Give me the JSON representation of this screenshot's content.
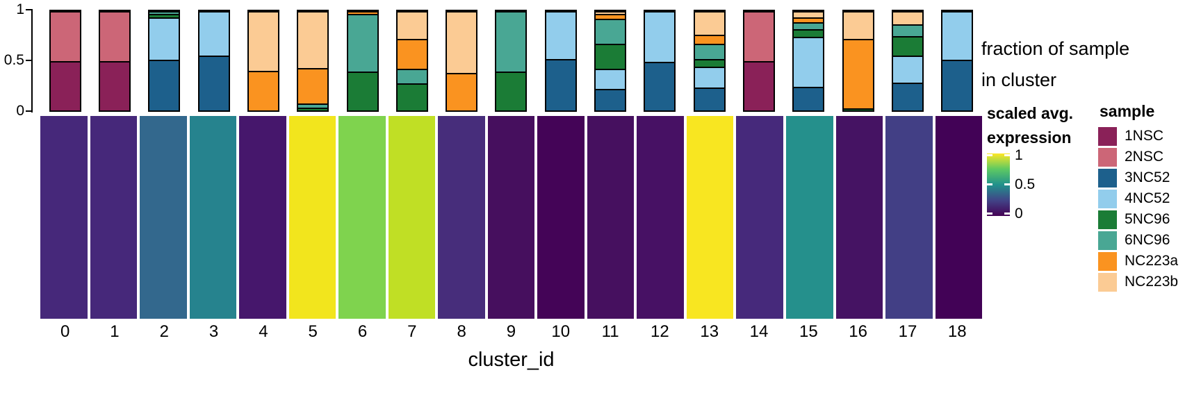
{
  "figure": {
    "x_axis_title": "cluster_id",
    "x_tick_labels": [
      "0",
      "1",
      "2",
      "3",
      "4",
      "5",
      "6",
      "7",
      "8",
      "9",
      "10",
      "11",
      "12",
      "13",
      "14",
      "15",
      "16",
      "17",
      "18"
    ],
    "fraction_yticks": [
      "1",
      "0.5",
      "0"
    ]
  },
  "legends": {
    "fraction": {
      "line1": "fraction of sample",
      "line2": "in cluster"
    },
    "expression": {
      "title_line1": "scaled avg.",
      "title_line2": "expression",
      "tick_labels": [
        "1",
        "0.5",
        "0"
      ],
      "colorscale": "viridis",
      "gradient_stops": [
        "#440154",
        "#414487",
        "#21918c",
        "#5ec962",
        "#fde725"
      ]
    },
    "sample": {
      "title": "sample",
      "items": [
        {
          "label": "1NSC",
          "color": "#8a2158"
        },
        {
          "label": "2NSC",
          "color": "#cc6677"
        },
        {
          "label": "3NC52",
          "color": "#1d608c"
        },
        {
          "label": "4NC52",
          "color": "#92cdec"
        },
        {
          "label": "5NC96",
          "color": "#1b7c36"
        },
        {
          "label": "6NC96",
          "color": "#49a794"
        },
        {
          "label": "NC223a",
          "color": "#fa9320"
        },
        {
          "label": "NC223b",
          "color": "#fbcb94"
        }
      ]
    }
  },
  "chart_data": [
    {
      "type": "bar",
      "title": "fraction of sample in cluster",
      "stacked": true,
      "stacking_order": "bottom-to-top in series order",
      "categories": [
        0,
        1,
        2,
        3,
        4,
        5,
        6,
        7,
        8,
        9,
        10,
        11,
        12,
        13,
        14,
        15,
        16,
        17,
        18
      ],
      "xlabel": "cluster_id",
      "ylabel": "fraction of sample in cluster",
      "ylim": [
        0,
        1
      ],
      "yticks": [
        0,
        0.5,
        1
      ],
      "series": [
        {
          "name": "1NSC",
          "color": "#8a2158",
          "values": [
            0.5,
            0.5,
            0,
            0,
            0,
            0,
            0,
            0,
            0,
            0,
            0,
            0,
            0,
            0,
            0.5,
            0,
            0,
            0,
            0
          ]
        },
        {
          "name": "2NSC",
          "color": "#cc6677",
          "values": [
            0.5,
            0.5,
            0,
            0,
            0,
            0,
            0,
            0,
            0,
            0,
            0,
            0,
            0,
            0,
            0.5,
            0,
            0,
            0,
            0
          ]
        },
        {
          "name": "3NC52",
          "color": "#1d608c",
          "values": [
            0,
            0,
            0.51,
            0.55,
            0,
            0,
            0,
            0,
            0,
            0,
            0.52,
            0.22,
            0.49,
            0.23,
            0,
            0.24,
            0,
            0.28,
            0.51
          ]
        },
        {
          "name": "4NC52",
          "color": "#92cdec",
          "values": [
            0,
            0,
            0.43,
            0.45,
            0,
            0,
            0,
            0,
            0,
            0,
            0.48,
            0.2,
            0.51,
            0.21,
            0,
            0.5,
            0,
            0.27,
            0.49
          ]
        },
        {
          "name": "5NC96",
          "color": "#1b7c36",
          "values": [
            0,
            0,
            0.03,
            0,
            0,
            0.03,
            0.39,
            0.27,
            0,
            0.39,
            0,
            0.25,
            0,
            0.08,
            0,
            0.08,
            0.02,
            0.2,
            0
          ]
        },
        {
          "name": "6NC96",
          "color": "#49a794",
          "values": [
            0,
            0,
            0.03,
            0,
            0,
            0.04,
            0.58,
            0.15,
            0,
            0.61,
            0,
            0.25,
            0,
            0.15,
            0,
            0.07,
            0,
            0.12,
            0
          ]
        },
        {
          "name": "NC223a",
          "color": "#fa9320",
          "values": [
            0,
            0,
            0,
            0,
            0.4,
            0.36,
            0.03,
            0.3,
            0.38,
            0,
            0,
            0.05,
            0,
            0.09,
            0,
            0.05,
            0.7,
            0,
            0
          ]
        },
        {
          "name": "NC223b",
          "color": "#fbcb94",
          "values": [
            0,
            0,
            0,
            0,
            0.6,
            0.57,
            0,
            0.28,
            0.62,
            0,
            0,
            0.03,
            0,
            0.24,
            0,
            0.06,
            0.28,
            0.13,
            0
          ]
        }
      ]
    },
    {
      "type": "heatmap",
      "title": "scaled avg. expression",
      "categories": [
        0,
        1,
        2,
        3,
        4,
        5,
        6,
        7,
        8,
        9,
        10,
        11,
        12,
        13,
        14,
        15,
        16,
        17,
        18
      ],
      "values": [
        0.12,
        0.12,
        0.33,
        0.45,
        0.07,
        0.97,
        0.82,
        0.9,
        0.13,
        0.04,
        0.01,
        0.04,
        0.05,
        0.99,
        0.12,
        0.49,
        0.05,
        0.21,
        0.01
      ],
      "tile_colors": [
        "#46287a",
        "#46287a",
        "#33688d",
        "#26838e",
        "#46176c",
        "#f2e51d",
        "#7fd34e",
        "#c0df25",
        "#472d7b",
        "#460f5e",
        "#440457",
        "#46105f",
        "#471164",
        "#f8e621",
        "#46297b",
        "#25908c",
        "#451363",
        "#423f85",
        "#420256"
      ],
      "colorscale": "viridis",
      "domain": [
        0,
        1
      ],
      "colorbar_tick_labels": [
        "1",
        "0.5",
        "0"
      ]
    }
  ]
}
